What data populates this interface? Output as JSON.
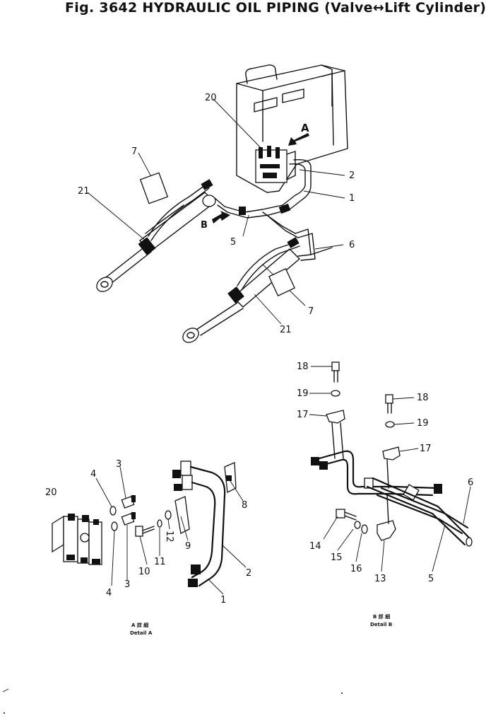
{
  "title": "Fig. 3642 HYDRAULIC OIL PIPING (Valve↔Lift Cylinder)",
  "detail_a": {
    "jp": "A 詳 細",
    "en": "Detail A"
  },
  "detail_b": {
    "jp": "B 詳 細",
    "en": "Detail B"
  },
  "view_labels": {
    "a": "A",
    "b": "B"
  },
  "callouts": {
    "c20": "20",
    "c7a": "7",
    "c21a": "21",
    "c2": "2",
    "c1": "1",
    "c5": "5",
    "c6": "6",
    "c7b": "7",
    "c21b": "21",
    "a20": "20",
    "a4a": "4",
    "a3a": "3",
    "a4b": "4",
    "a3b": "3",
    "a10": "10",
    "a11": "11",
    "a12": "12",
    "a9": "9",
    "a8": "8",
    "a2": "2",
    "a1": "1",
    "b18a": "18",
    "b19a": "19",
    "b17a": "17",
    "b18b": "18",
    "b19b": "19",
    "b17b": "17",
    "b14": "14",
    "b15": "15",
    "b16": "16",
    "b13": "13",
    "b5": "5",
    "b6": "6"
  }
}
